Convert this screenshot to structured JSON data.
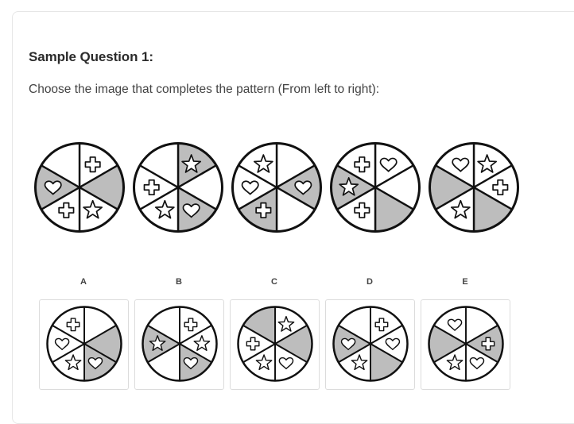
{
  "question": {
    "title": "Sample Question 1:",
    "prompt": "Choose the image that completes the pattern (From left to right):"
  },
  "colors": {
    "shaded": "#bdbdbd",
    "stroke": "#111111",
    "blank": "#ffffff"
  },
  "sequence": [
    {
      "shaded": [
        1,
        4
      ],
      "symbols": [
        "cross",
        null,
        "star",
        "cross",
        "heart",
        null
      ]
    },
    {
      "shaded": [
        0,
        2
      ],
      "symbols": [
        "star",
        null,
        "heart",
        "star",
        "cross",
        null
      ]
    },
    {
      "shaded": [
        1,
        3
      ],
      "symbols": [
        null,
        "heart",
        null,
        "cross",
        "heart",
        "star"
      ]
    },
    {
      "shaded": [
        2,
        4
      ],
      "symbols": [
        "heart",
        null,
        null,
        "cross",
        "star",
        "cross"
      ]
    },
    {
      "shaded": [
        2,
        4
      ],
      "symbols": [
        "star",
        "cross",
        null,
        "star",
        null,
        "heart"
      ]
    }
  ],
  "options": [
    {
      "label": "A",
      "shaded": [
        1,
        2
      ],
      "symbols": [
        null,
        null,
        "heart",
        "star",
        "heart",
        "cross"
      ]
    },
    {
      "label": "B",
      "shaded": [
        2,
        4
      ],
      "symbols": [
        "cross",
        "star",
        "heart",
        null,
        "star",
        null
      ]
    },
    {
      "label": "C",
      "shaded": [
        1,
        5
      ],
      "symbols": [
        "star",
        null,
        "heart",
        "star",
        "cross",
        null
      ]
    },
    {
      "label": "D",
      "shaded": [
        2,
        4
      ],
      "symbols": [
        "cross",
        "heart",
        null,
        "star",
        "heart",
        null
      ]
    },
    {
      "label": "E",
      "shaded": [
        1,
        4
      ],
      "symbols": [
        null,
        "cross",
        "heart",
        "star",
        null,
        "heart"
      ]
    }
  ]
}
